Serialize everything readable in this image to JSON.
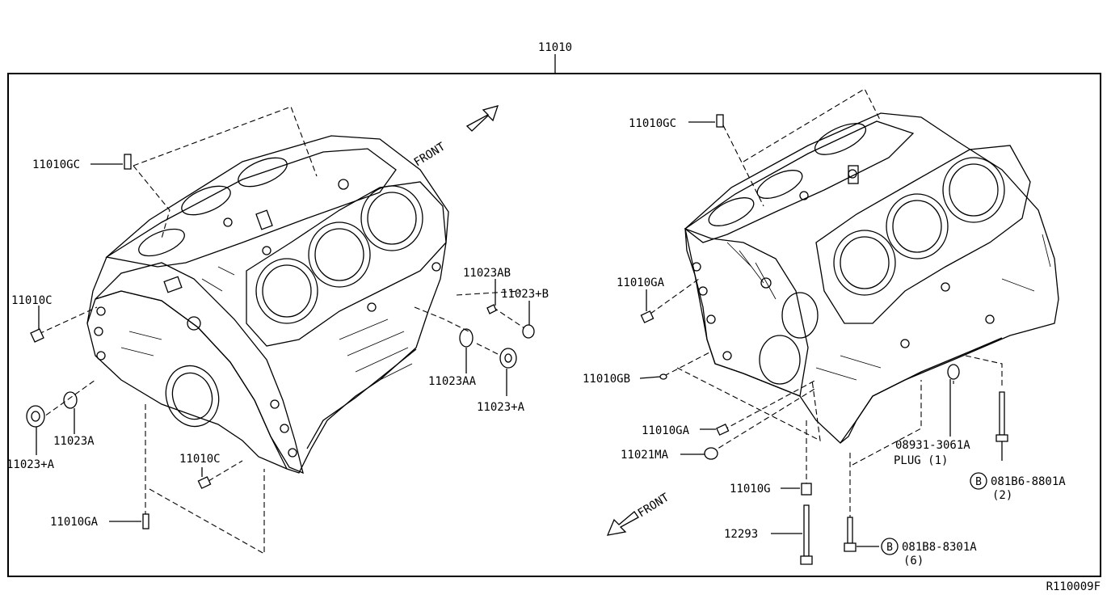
{
  "diagram": {
    "top_label": "11010",
    "ref_code": "R110009F",
    "left": {
      "front": "FRONT",
      "labels": {
        "gc": "11010GC",
        "c_left": "11010C",
        "ab": "11023AB",
        "b": "11023+B",
        "aa": "11023AA",
        "a_right": "11023+A",
        "a_plug": "11023A",
        "a_left": "11023+A",
        "c_bottom": "11010C",
        "ga": "11010GA"
      }
    },
    "right": {
      "front": "FRONT",
      "labels": {
        "gc": "11010GC",
        "ga_top": "11010GA",
        "gb": "11010GB",
        "ga_bottom": "11010GA",
        "ma": "11021MA",
        "plug_num": "08931-3061A",
        "plug_text": "PLUG (1)",
        "g": "11010G",
        "n12293": "12293",
        "bolt_a_mark": "B",
        "bolt_a": "081B6-8801A",
        "bolt_a_qty": "(2)",
        "bolt_b_mark": "B",
        "bolt_b": "081B8-8301A",
        "bolt_b_qty": "(6)"
      }
    }
  }
}
